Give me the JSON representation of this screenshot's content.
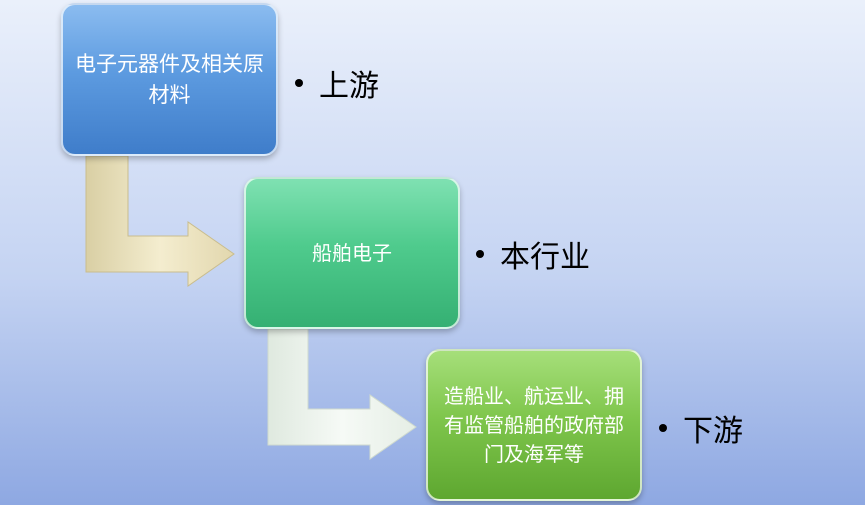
{
  "stages": [
    {
      "box_text": "电子元器件及相关原材料",
      "label": "上游",
      "color": "#5d9be0"
    },
    {
      "box_text": "船舶电子",
      "label": "本行业",
      "color": "#4fcb8d"
    },
    {
      "box_text": "造船业、航运业、拥有监管船舶的政府部门及海军等",
      "label": "下游",
      "color": "#7fc64c"
    }
  ],
  "arrow_colors": [
    "#e8dcb4",
    "#e4eee4"
  ]
}
